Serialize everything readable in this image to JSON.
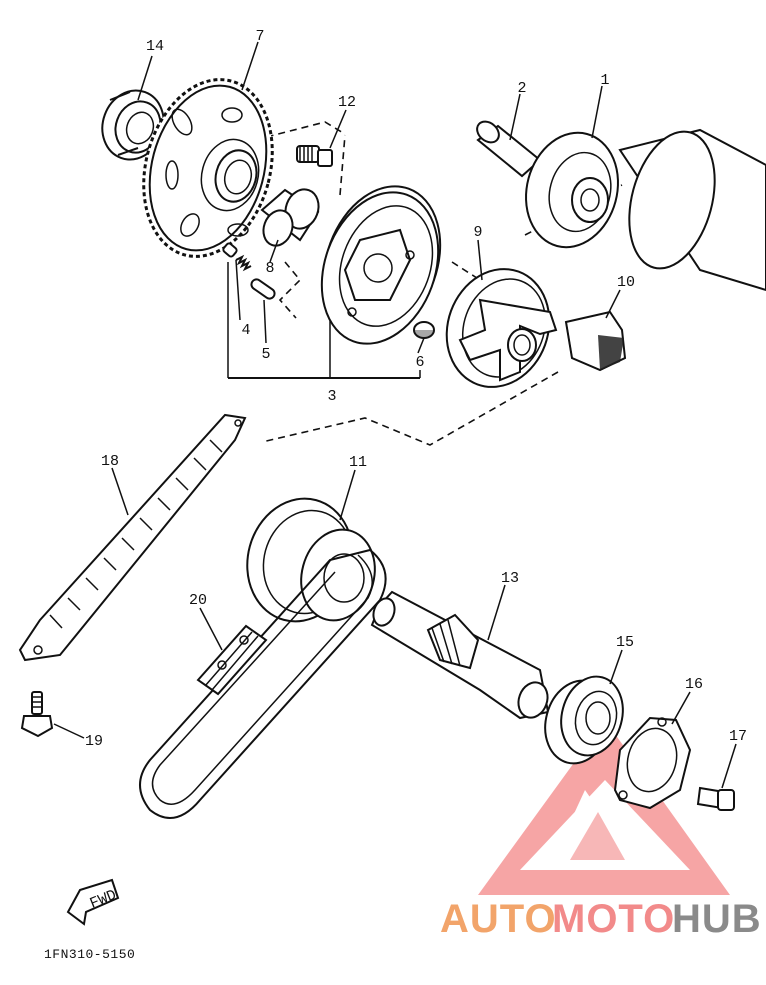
{
  "parts": [
    {
      "id": "label-1",
      "text": "1"
    },
    {
      "id": "label-2",
      "text": "2"
    },
    {
      "id": "label-3",
      "text": "3"
    },
    {
      "id": "label-4",
      "text": "4"
    },
    {
      "id": "label-5",
      "text": "5"
    },
    {
      "id": "label-6",
      "text": "6"
    },
    {
      "id": "label-7",
      "text": "7"
    },
    {
      "id": "label-8",
      "text": "8"
    },
    {
      "id": "label-9",
      "text": "9"
    },
    {
      "id": "label-10",
      "text": "10"
    },
    {
      "id": "label-11",
      "text": "11"
    },
    {
      "id": "label-12",
      "text": "12"
    },
    {
      "id": "label-13",
      "text": "13"
    },
    {
      "id": "label-14",
      "text": "14"
    },
    {
      "id": "label-15",
      "text": "15"
    },
    {
      "id": "label-16",
      "text": "16"
    },
    {
      "id": "label-17",
      "text": "17"
    },
    {
      "id": "label-18",
      "text": "18"
    },
    {
      "id": "label-19",
      "text": "19"
    },
    {
      "id": "label-20",
      "text": "20"
    }
  ],
  "fwd_label": "FWD",
  "diagram_code": "1FN310-5150",
  "watermark": {
    "part1": "AUTO",
    "part2": "MOTO",
    "part3": "HUB",
    "colors": {
      "part1": "#f2a46a",
      "part2": "#f28a8a",
      "part3": "#8a8a8a",
      "triangle": "#f06a6a"
    }
  }
}
